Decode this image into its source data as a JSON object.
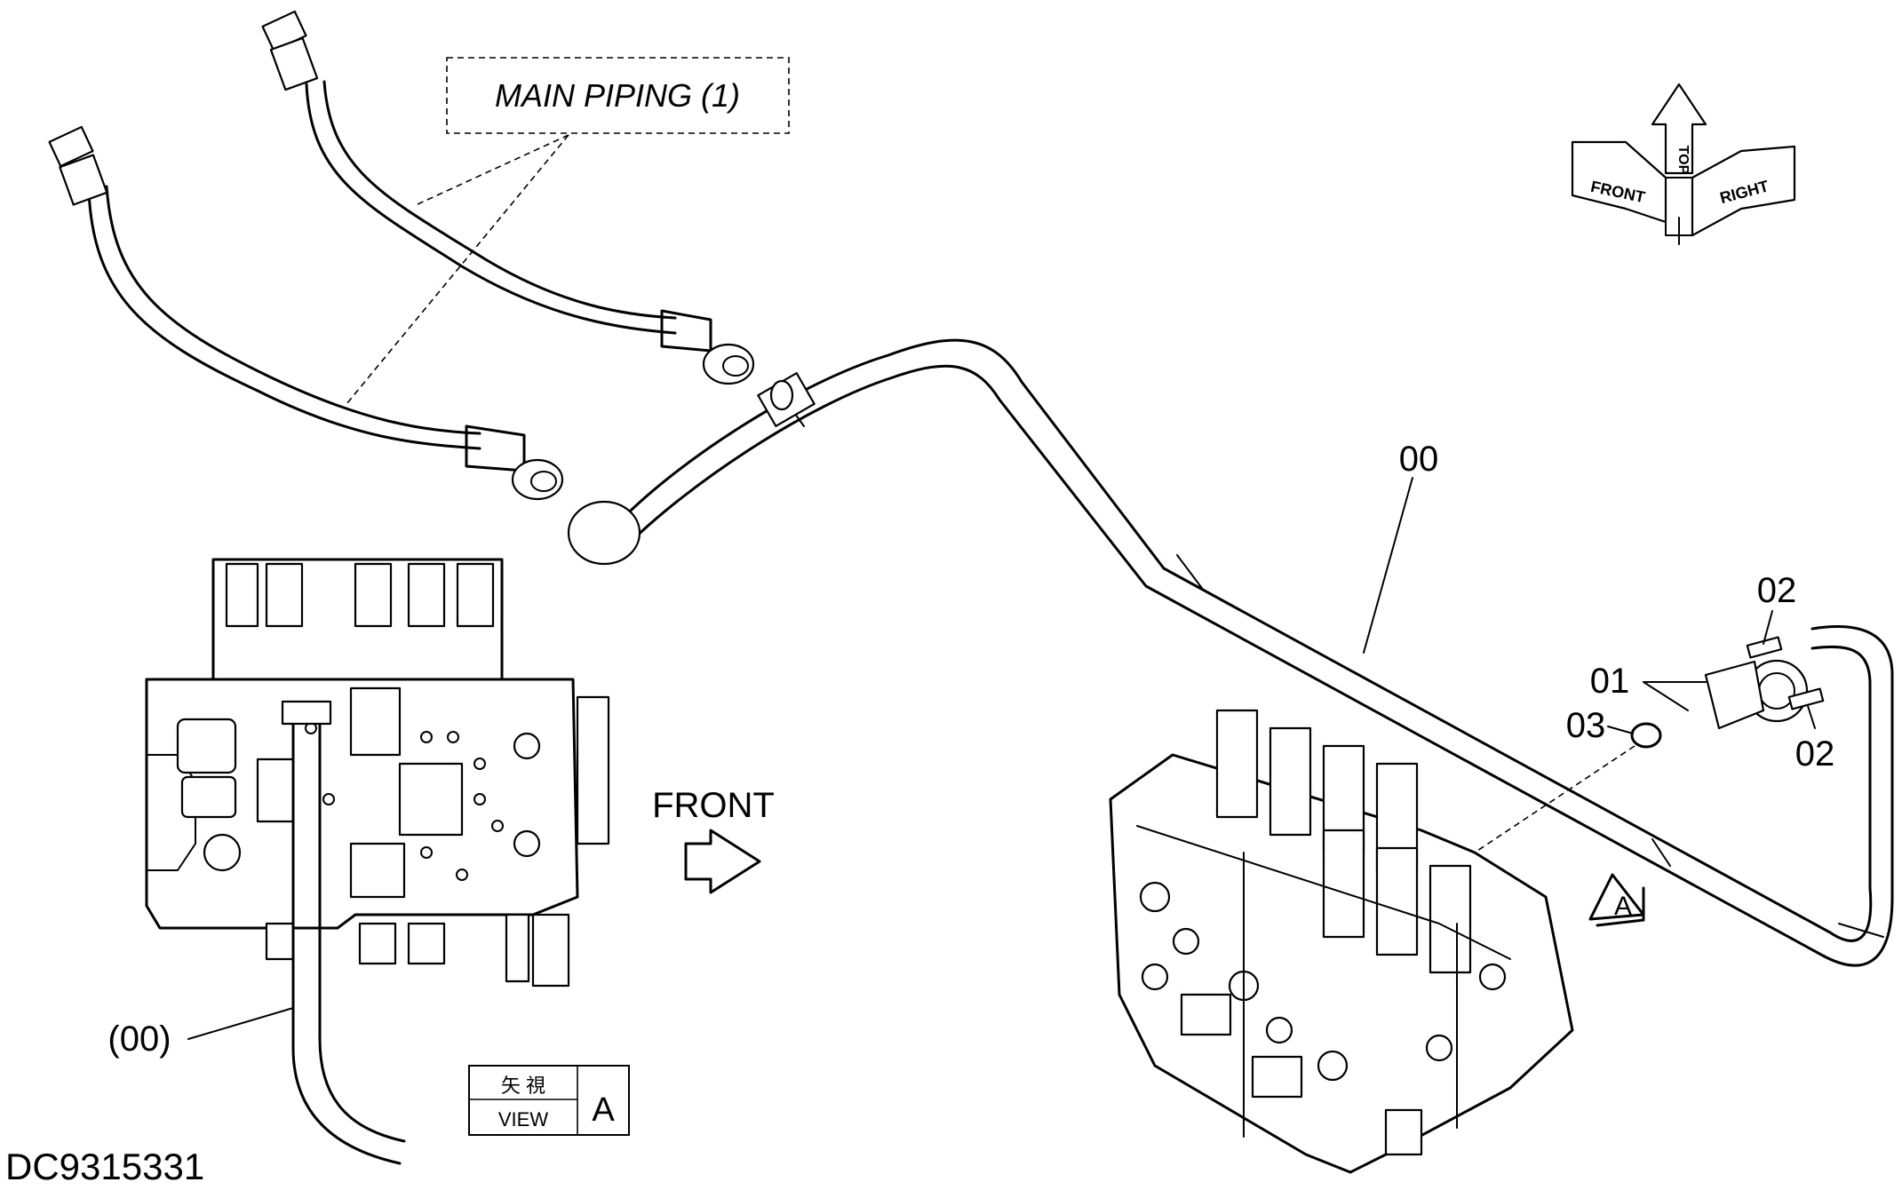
{
  "drawing": {
    "title_box": "MAIN PIPING (1)",
    "drawing_number": "DC9315331",
    "direction_label": "FRONT",
    "view_marker": "A",
    "view_box": {
      "kanji": "矢 視",
      "label": "VIEW",
      "letter": "A"
    },
    "orientation_cube": {
      "top": "TOP",
      "front": "FRONT",
      "right": "RIGHT"
    },
    "callouts": [
      {
        "id": "pipe-00",
        "text": "00"
      },
      {
        "id": "flange-01",
        "text": "01"
      },
      {
        "id": "bolt-02-upper",
        "text": "02"
      },
      {
        "id": "bolt-02-lower",
        "text": "02"
      },
      {
        "id": "oring-03",
        "text": "03"
      },
      {
        "id": "pipe-00-view",
        "text": "(00)"
      }
    ]
  }
}
